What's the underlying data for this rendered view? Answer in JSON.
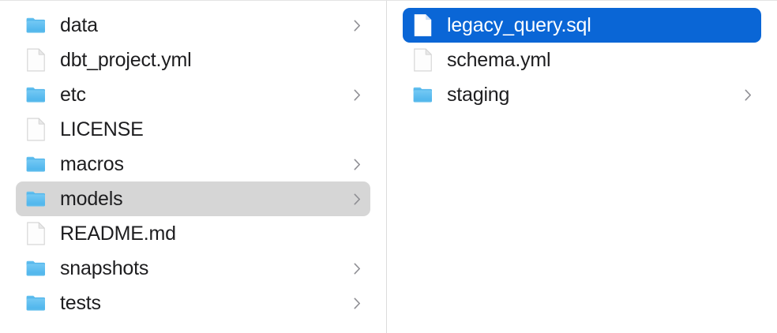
{
  "app": {
    "name": "Finder",
    "view": "column-view"
  },
  "colors": {
    "selection_blue": "#0a66d6",
    "selection_grey": "#d6d6d6",
    "folder_blue": "#53b9ef",
    "text": "#1d1d1f",
    "text_selected": "#ffffff",
    "divider": "#dcdcdc",
    "background": "#ffffff"
  },
  "columns": [
    {
      "name": "project-root-column",
      "items": [
        {
          "label": "data",
          "kind": "folder",
          "icon": "folder-icon",
          "chevron": true,
          "chevron_icon": "chevron-right-icon",
          "selected": false,
          "selection_style": "none"
        },
        {
          "label": "dbt_project.yml",
          "kind": "file",
          "icon": "document-icon",
          "chevron": false,
          "chevron_icon": "",
          "selected": false,
          "selection_style": "none"
        },
        {
          "label": "etc",
          "kind": "folder",
          "icon": "folder-icon",
          "chevron": true,
          "chevron_icon": "chevron-right-icon",
          "selected": false,
          "selection_style": "none"
        },
        {
          "label": "LICENSE",
          "kind": "file",
          "icon": "document-icon",
          "chevron": false,
          "chevron_icon": "",
          "selected": false,
          "selection_style": "none"
        },
        {
          "label": "macros",
          "kind": "folder",
          "icon": "folder-icon",
          "chevron": true,
          "chevron_icon": "chevron-right-icon",
          "selected": false,
          "selection_style": "none"
        },
        {
          "label": "models",
          "kind": "folder",
          "icon": "folder-icon",
          "chevron": true,
          "chevron_icon": "chevron-right-icon",
          "selected": true,
          "selection_style": "grey"
        },
        {
          "label": "README.md",
          "kind": "file",
          "icon": "document-icon",
          "chevron": false,
          "chevron_icon": "",
          "selected": false,
          "selection_style": "none"
        },
        {
          "label": "snapshots",
          "kind": "folder",
          "icon": "folder-icon",
          "chevron": true,
          "chevron_icon": "chevron-right-icon",
          "selected": false,
          "selection_style": "none"
        },
        {
          "label": "tests",
          "kind": "folder",
          "icon": "folder-icon",
          "chevron": true,
          "chevron_icon": "chevron-right-icon",
          "selected": false,
          "selection_style": "none"
        }
      ]
    },
    {
      "name": "models-column",
      "items": [
        {
          "label": "legacy_query.sql",
          "kind": "file",
          "icon": "document-icon",
          "chevron": false,
          "chevron_icon": "",
          "selected": true,
          "selection_style": "blue"
        },
        {
          "label": "schema.yml",
          "kind": "file",
          "icon": "document-icon",
          "chevron": false,
          "chevron_icon": "",
          "selected": false,
          "selection_style": "none"
        },
        {
          "label": "staging",
          "kind": "folder",
          "icon": "folder-icon",
          "chevron": true,
          "chevron_icon": "chevron-right-icon",
          "selected": false,
          "selection_style": "none"
        }
      ]
    }
  ]
}
